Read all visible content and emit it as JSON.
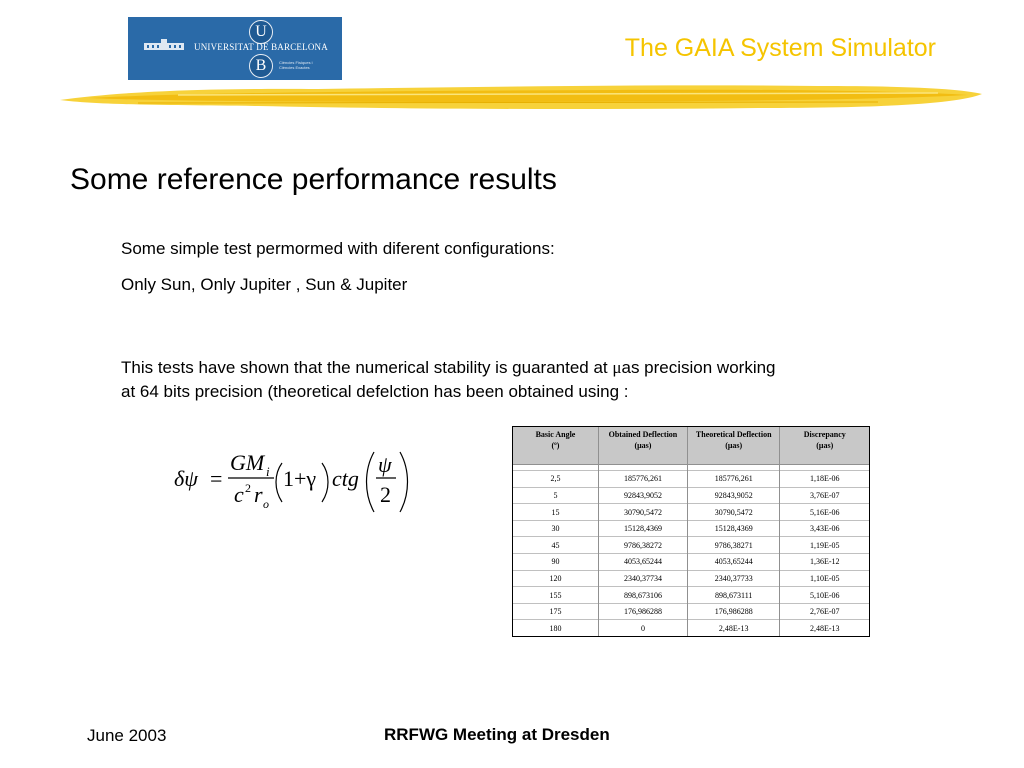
{
  "header": {
    "title": "The GAIA System Simulator",
    "title_color": "#f5c400",
    "logo": {
      "letter_top": "U",
      "letter_bottom": "B",
      "name": "UNIVERSITAT DE BARCELONA",
      "subtitle_line1": "Ciències Físiques i",
      "subtitle_line2": "Ciències Exactes",
      "background": "#2a6aa8"
    }
  },
  "slide": {
    "title": "Some reference performance results",
    "line1": "Some simple test permormed with diferent configurations:",
    "line2": "Only Sun, Only Jupiter , Sun & Jupiter",
    "line3_before": "This tests have shown that the numerical stability is guaranted at ",
    "line3_mu": "μ",
    "line3_after": "as precision working",
    "line4": "at 64 bits precision (theoretical defelction has been obtained using :"
  },
  "formula": {
    "lhs": "δψ",
    "eq": "=",
    "num": "GM",
    "num_sub": "i",
    "den_c": "c",
    "den_sup": "2",
    "den_r": "r",
    "den_sub": "o",
    "paren_expr": "1+γ",
    "ctg": "ctg",
    "psi": "ψ",
    "two": "2"
  },
  "table": {
    "headers": [
      {
        "line1": "Basic Angle",
        "line2": "(º)"
      },
      {
        "line1": "Obtained Deflection",
        "line2": "(μas)"
      },
      {
        "line1": "Theoretical Deflection",
        "line2": "(μas)"
      },
      {
        "line1": "Discrepancy",
        "line2": "(μas)"
      }
    ],
    "rows": [
      [
        "2,5",
        "185776,261",
        "185776,261",
        "1,18E-06"
      ],
      [
        "5",
        "92843,9052",
        "92843,9052",
        "3,76E-07"
      ],
      [
        "15",
        "30790,5472",
        "30790,5472",
        "5,16E-06"
      ],
      [
        "30",
        "15128,4369",
        "15128,4369",
        "3,43E-06"
      ],
      [
        "45",
        "9786,38272",
        "9786,38271",
        "1,19E-05"
      ],
      [
        "90",
        "4053,65244",
        "4053,65244",
        "1,36E-12"
      ],
      [
        "120",
        "2340,37734",
        "2340,37733",
        "1,10E-05"
      ],
      [
        "155",
        "898,673106",
        "898,673111",
        "5,10E-06"
      ],
      [
        "175",
        "176,986288",
        "176,986288",
        "2,76E-07"
      ],
      [
        "180",
        "0",
        "2,48E-13",
        "2,48E-13"
      ]
    ]
  },
  "footer": {
    "date": "June 2003",
    "meeting": "RRFWG Meeting at Dresden"
  }
}
